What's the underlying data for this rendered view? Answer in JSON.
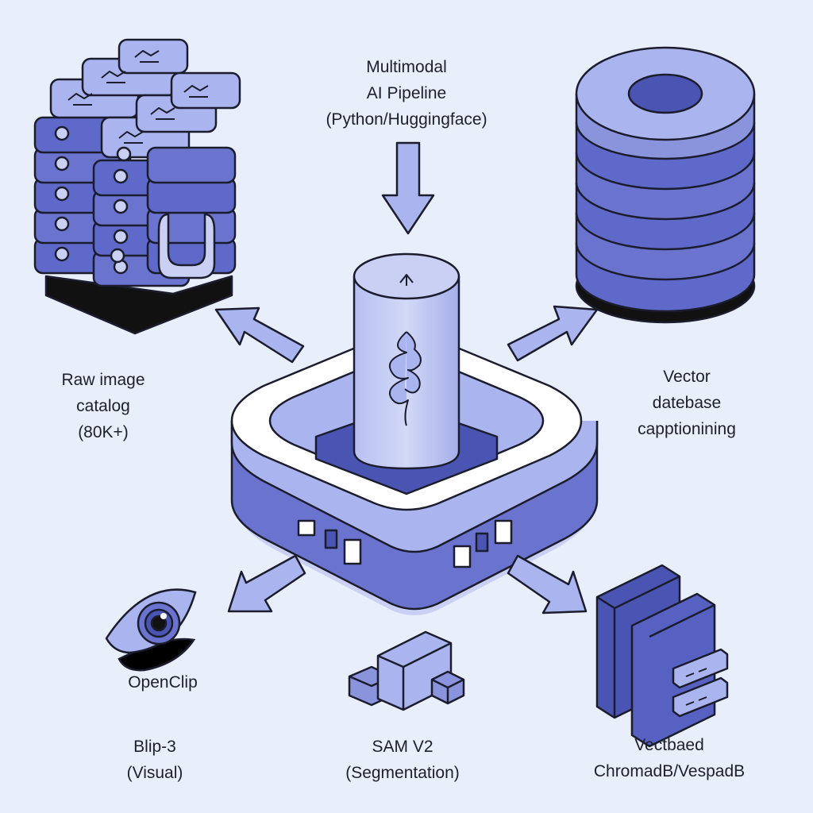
{
  "title": {
    "lines": [
      "Multimodal",
      "AI Pipeline",
      "(Python/Huggingface)"
    ]
  },
  "nodes": {
    "raw_catalog": {
      "lines": [
        "Raw image",
        "catalog",
        "(80K+)"
      ],
      "icon": "image-stack-icon"
    },
    "vector_db_caption": {
      "lines": [
        "Vector",
        "datebase",
        "capptionining"
      ],
      "icon": "database-cylinder-icon"
    },
    "openclip": {
      "label": "OpenClip",
      "icon": "eye-icon"
    },
    "blip3": {
      "lines": [
        "Blip-3",
        "(Visual)"
      ]
    },
    "sam_v2": {
      "lines": [
        "SAM V2",
        "(Segmentation)"
      ],
      "icon": "blocks-icon"
    },
    "vector_store": {
      "lines": [
        "Vectbaed",
        "ChromadB/VespadB"
      ],
      "icon": "server-icon"
    },
    "hub": {
      "icon": "pipeline-hub-icon"
    }
  },
  "colors": {
    "background": "#e9eefb",
    "primary": "#6a74cf",
    "light": "#aab4ee",
    "pale": "#c9d0f4",
    "dark": "#4a55b3",
    "outline": "#1b1d2e",
    "shadow": "#000000"
  }
}
